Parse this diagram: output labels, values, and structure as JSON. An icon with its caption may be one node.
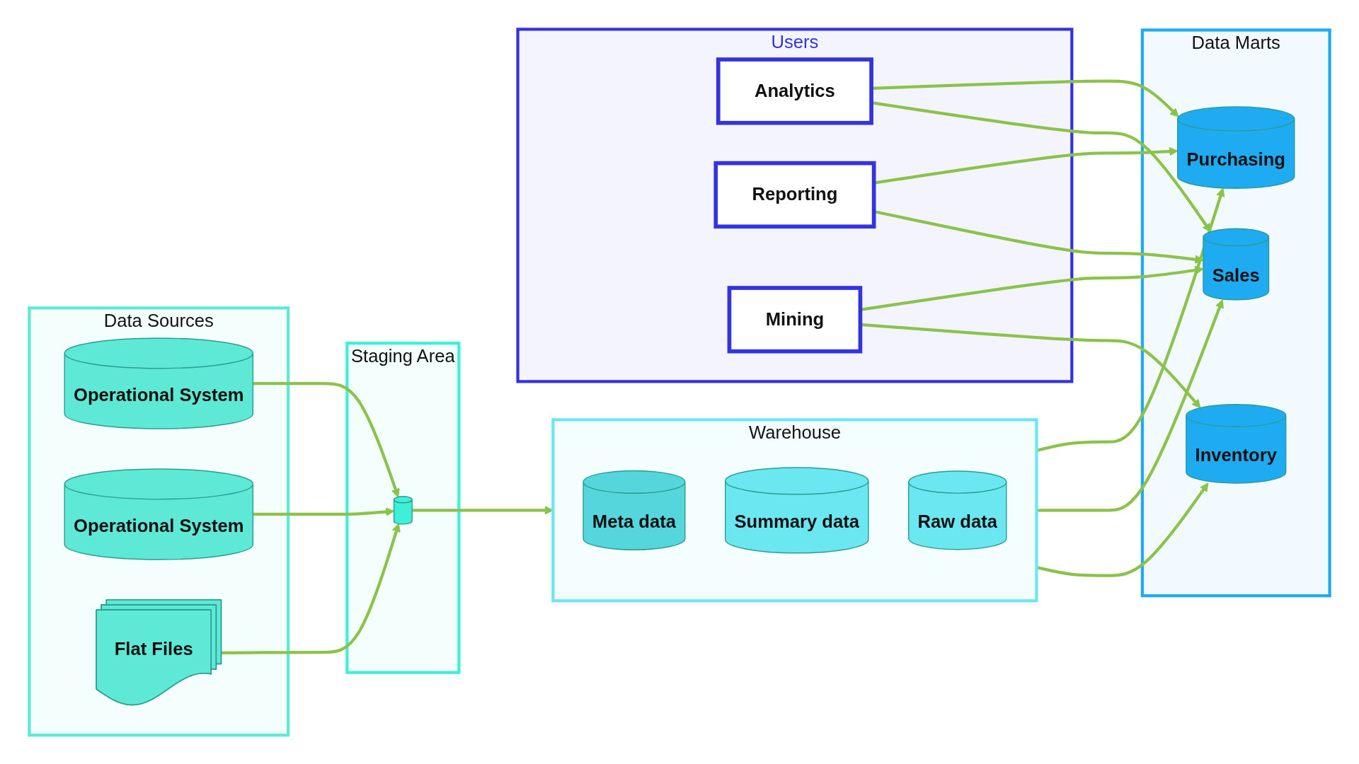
{
  "diagram": {
    "nodes": [
      {
        "text": [
          "Data Sources"
        ]
      },
      {
        "text": [
          "Operational System"
        ],
        "in": 0
      },
      {
        "text": [
          "Operational System"
        ],
        "in": 0
      },
      {
        "text": [
          "Flat Files"
        ],
        "in": 0
      },
      {
        "text": [
          "Staging Area"
        ]
      },
      {
        "text": [],
        "shape": "cylinder",
        "in": 4
      },
      {
        "text": [
          "Warehouse"
        ]
      },
      {
        "text": [
          "Meta data"
        ],
        "in": 6
      },
      {
        "text": [
          "Summary data"
        ],
        "in": 6
      },
      {
        "text": [
          "Raw data"
        ],
        "in": 6
      },
      {
        "text": [
          "Data Marts"
        ]
      },
      {
        "text": [
          "Purchasing"
        ],
        "in": 10
      },
      {
        "text": [
          "Sales"
        ],
        "in": 10
      },
      {
        "text": [
          "Inventory"
        ],
        "in": 10
      },
      {
        "text": [
          "Users"
        ]
      },
      {
        "text": [
          "Analytics"
        ],
        "in": 14
      },
      {
        "text": [
          "Reporting"
        ],
        "in": 14
      },
      {
        "text": [
          "Mining"
        ],
        "in": 14
      }
    ],
    "edges": [
      {
        "from": 1,
        "to": 5,
        "arrow": "to"
      },
      {
        "from": 2,
        "to": 5,
        "arrow": "to"
      },
      {
        "from": 3,
        "to": 5,
        "arrow": "to"
      },
      {
        "from": 5,
        "to": 6,
        "arrow": "to"
      },
      {
        "from": 6,
        "to": 11,
        "arrow": "to"
      },
      {
        "from": 6,
        "to": 12,
        "arrow": "to"
      },
      {
        "from": 6,
        "to": 13,
        "arrow": "to"
      },
      {
        "from": 15,
        "to": 11,
        "arrow": "to"
      },
      {
        "from": 15,
        "to": 12,
        "arrow": "to"
      },
      {
        "from": 16,
        "to": 11,
        "arrow": "to"
      },
      {
        "from": 16,
        "to": 12,
        "arrow": "to"
      },
      {
        "from": 17,
        "to": 12,
        "arrow": "to"
      },
      {
        "from": 17,
        "to": 13,
        "arrow": "to"
      }
    ]
  }
}
